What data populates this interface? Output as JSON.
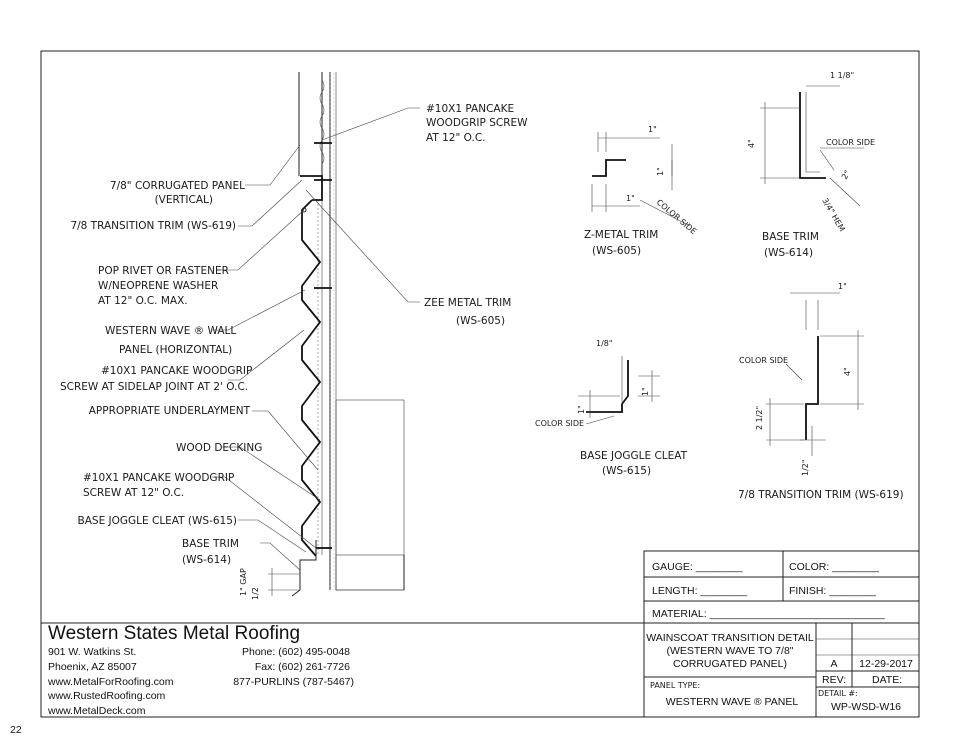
{
  "page_number": "22",
  "callouts_left": {
    "corrugated_panel": [
      "7/8\" CORRUGATED PANEL",
      "(VERTICAL)"
    ],
    "transition_trim": "7/8 TRANSITION TRIM (WS-619)",
    "pop_rivet": [
      "POP RIVET OR FASTENER",
      "W/NEOPRENE WASHER",
      "AT 12\" O.C. MAX."
    ],
    "western_wave_panel": [
      "WESTERN WAVE ® WALL",
      "PANEL (HORIZONTAL)"
    ],
    "screw_sidelap": [
      "#10X1 PANCAKE WOODGRIP",
      "SCREW AT SIDELAP JOINT AT 2' O.C."
    ],
    "underlayment": "APPROPRIATE UNDERLAYMENT",
    "wood_decking": "WOOD DECKING",
    "screw_12": [
      "#10X1 PANCAKE WOODGRIP",
      "SCREW AT 12\" O.C."
    ],
    "base_joggle": "BASE JOGGLE CLEAT (WS-615)",
    "base_trim": [
      "BASE TRIM",
      "(WS-614)"
    ],
    "gap": "1\" GAP",
    "gap_fraction": "1/2"
  },
  "callouts_right": {
    "screw_top": [
      "#10X1 PANCAKE",
      "WOODGRIP SCREW",
      "AT 12\" O.C."
    ],
    "zee_trim": [
      "ZEE METAL TRIM",
      "(WS-605)"
    ]
  },
  "details": {
    "z_metal": {
      "title": "Z-METAL TRIM",
      "code": "(WS-605)",
      "dims": [
        "1\"",
        "1\"",
        "1\""
      ],
      "color_side": "COLOR SIDE"
    },
    "base_trim": {
      "title": "BASE TRIM",
      "code": "(WS-614)",
      "dims": [
        "1 1/8\"",
        "4\"",
        "2\"",
        "3/4\" HEM"
      ],
      "color_side": "COLOR SIDE"
    },
    "base_joggle": {
      "title": "BASE JOGGLE CLEAT",
      "code": "(WS-615)",
      "dims": [
        "1/8\"",
        "1\"",
        "1\""
      ],
      "color_side": "COLOR SIDE"
    },
    "transition": {
      "title": "7/8 TRANSITION TRIM (WS-619)",
      "dims": [
        "1\"",
        "4\"",
        "2 1/2\"",
        "1/2\""
      ],
      "color_side": "COLOR SIDE"
    }
  },
  "spec_table": {
    "gauge": "GAUGE: ________",
    "color": "COLOR: ________",
    "length": "LENGTH: ________",
    "finish": "FINISH: ________",
    "material": "MATERIAL: ______________________________"
  },
  "company": {
    "name": "Western States Metal Roofing",
    "address1": "901 W. Watkins St.",
    "address2": "Phoenix, AZ 85007",
    "web1": "www.MetalForRoofing.com",
    "web2": "www.RustedRoofing.com",
    "web3": "www.MetalDeck.com",
    "phone": "Phone: (602) 495-0048",
    "fax": "Fax: (602) 261-7726",
    "tollfree": "877-PURLINS (787-5467)"
  },
  "title_block": {
    "title_lines": [
      "WAINSCOAT TRANSITION DETAIL",
      "(WESTERN WAVE TO 7/8\"",
      "CORRUGATED PANEL)"
    ],
    "rev_value": "A",
    "date_value": "12-29-2017",
    "rev_label": "REV:",
    "date_label": "DATE:",
    "panel_type_label": "PANEL TYPE:",
    "panel_type": "WESTERN WAVE ® PANEL",
    "detail_label": "DETAIL #:",
    "detail_number": "WP-WSD-W16"
  }
}
